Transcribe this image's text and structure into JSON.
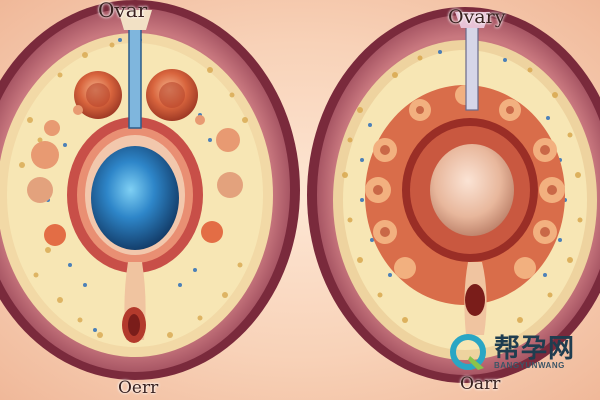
{
  "labels": {
    "top_left": "Ovar",
    "top_right": "Ovary",
    "bottom_left": "Oerr",
    "bottom_right": "Oarr"
  },
  "watermark": {
    "title": "帮孕网",
    "subtitle": "BANGYUNWANG",
    "logo_colors": {
      "ring": "#2aa6c4",
      "arrow": "#8bc34a"
    }
  },
  "colors": {
    "outer_wall": "#b45a6e",
    "outer_fill": "#c9787f",
    "stroma": "#f7e6b4",
    "follicle": "#e4825a",
    "left_core": "#2e86c9",
    "right_core": "#e8b79c",
    "tube": "#7fb6dd"
  }
}
